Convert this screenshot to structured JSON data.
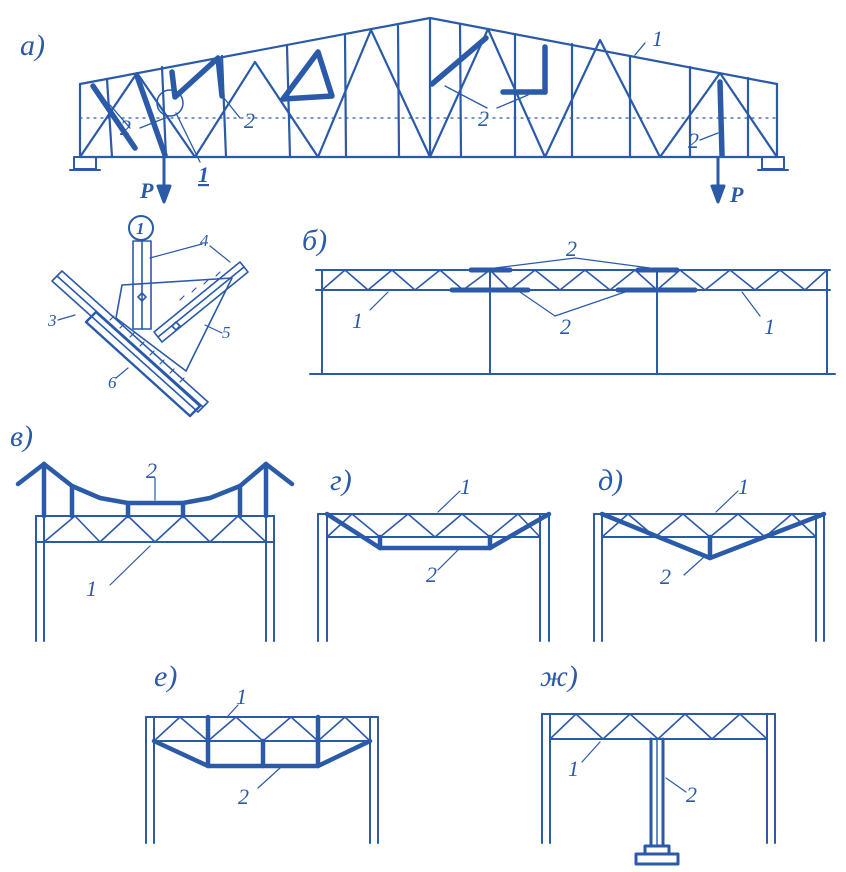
{
  "colors": {
    "ink": "#2a5aa8",
    "background": "#ffffff"
  },
  "labels": {
    "a": "а)",
    "b": "б)",
    "v": "в)",
    "g": "г)",
    "d": "д)",
    "e": "е)",
    "zh": "ж)",
    "one": "1",
    "two": "2",
    "three": "3",
    "four": "4",
    "five": "5",
    "six": "6",
    "node_one": "1",
    "force_p": "P"
  }
}
